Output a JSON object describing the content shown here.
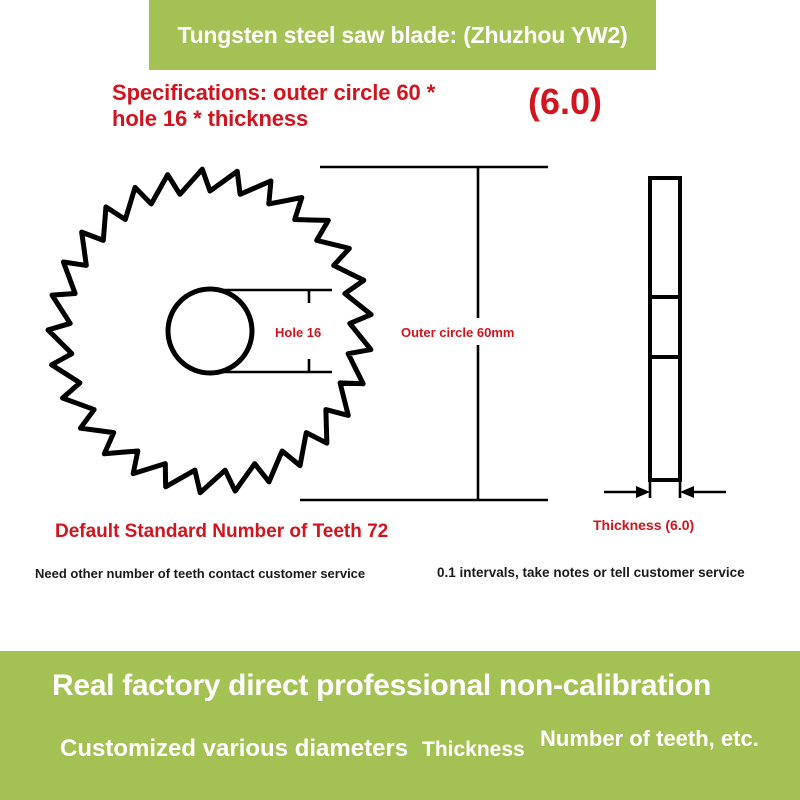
{
  "top_banner": {
    "title": "Tungsten steel saw blade: (Zhuzhou YW2)",
    "bg_color": "#a4c153"
  },
  "spec": {
    "line1": "Specifications: outer circle 60 *",
    "line2": "hole 16 * thickness",
    "thickness_value": "(6.0)",
    "text_color": "#d1141e"
  },
  "diagram": {
    "hole_label": "Hole 16",
    "outer_label": "Outer circle 60mm",
    "thickness_label": "Thickness (6.0)",
    "line_color": "#000000"
  },
  "notes": {
    "teeth_headline": "Default Standard Number of Teeth 72",
    "teeth_detail": "Need other number of teeth contact customer service",
    "interval_detail": "0.1 intervals, take notes or tell customer service"
  },
  "bottom_banner": {
    "headline": "Real factory direct professional non-calibration",
    "feature_diameters": "Customized various diameters",
    "feature_thickness": "Thickness",
    "feature_teeth": "Number of teeth, etc.",
    "bg_color": "#a4c153"
  }
}
